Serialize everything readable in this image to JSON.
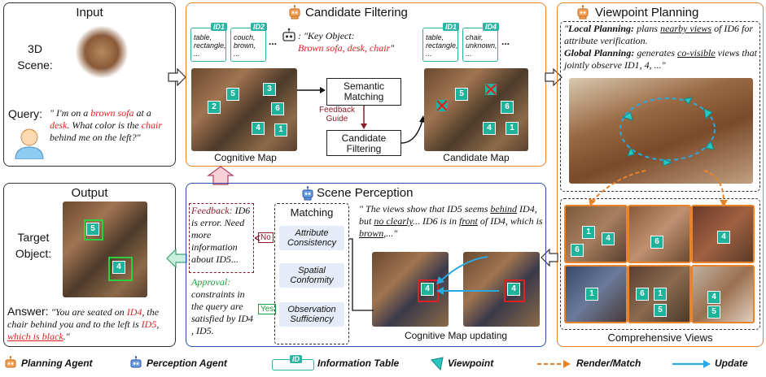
{
  "input": {
    "title": "Input",
    "scene_label": "3D Scene:",
    "query_label": "Query:",
    "query_parts": [
      "\" I'm on a ",
      "brown sofa",
      " at a ",
      "desk",
      ". What color is the ",
      "chair",
      " behind me on the left?\""
    ]
  },
  "candidate": {
    "title": "Candidate Filtering",
    "cards_left": [
      {
        "id": "ID1",
        "text": "table, rectangle, ..."
      },
      {
        "id": "ID2",
        "text": "couch, brown, ..."
      }
    ],
    "cards_right": [
      {
        "id": "ID1",
        "text": "table, rectangle, ..."
      },
      {
        "id": "ID4",
        "text": "chair, unknown, ..."
      }
    ],
    "ellipsis": "...",
    "key_object_label": ": \"Key Object:",
    "key_objects": "Brown sofa, desk, chair",
    "key_object_end": "\"",
    "semantic_matching": "Semantic Matching",
    "feedback_guide": "Feedback Guide",
    "candidate_filtering_box": "Candidate Filtering",
    "cognitive_map": "Cognitive Map",
    "candidate_map": "Candidate Map",
    "left_map_ids": [
      "5",
      "3",
      "2",
      "6",
      "4",
      "1"
    ],
    "right_map_ids": [
      "5",
      "6",
      "4",
      "1"
    ]
  },
  "viewpoint": {
    "title": "Viewpoint Planning",
    "local_label": "Local Planning:",
    "local_text_a": " plans ",
    "local_underline": "nearby views",
    "local_text_b": " of ID6 for attribute verification.",
    "global_label": "Global Planning:",
    "global_text_a": " generates ",
    "global_underline": "co-visible",
    "global_text_b": " views that jointly observe ID1, 4, ...\"",
    "comprehensive_views": "Comprehensive Views",
    "view_ids": [
      [
        "1",
        "4",
        "6"
      ],
      [
        "6"
      ],
      [
        "4"
      ],
      [
        "1"
      ],
      [
        "6",
        "1",
        "5"
      ],
      [
        "4",
        "5"
      ]
    ]
  },
  "output": {
    "title": "Output",
    "target_label": "Target Object:",
    "answer_label": "Answer:",
    "answer_parts": [
      "\"You are seated on ",
      "ID4",
      ", the chair behind you and to the left is ",
      "ID5",
      ", ",
      "which is black",
      ".\""
    ],
    "map_ids": [
      "5",
      "4"
    ]
  },
  "perception": {
    "title": "Scene Perception",
    "feedback_label": "Feedback:",
    "feedback_text": "ID6 is error. Need more information about ID5...",
    "no_label": "No",
    "yes_label": "Yes",
    "approval_label": "Approval:",
    "approval_text": "constraints in the query are satisfied by ID4 , ID5.",
    "matching_title": "Matching",
    "matching_items": [
      "Attribute Consistency",
      "Spatial Conformity",
      "Observation Sufficiency"
    ],
    "quote_a": "\" The views show that ID5 seems ",
    "quote_u1": "behind",
    "quote_b": " ID4, but ",
    "quote_u2": "no clearly",
    "quote_c": "... ID6 is in ",
    "quote_u3": "front",
    "quote_d": " of ID4, which is ",
    "quote_u4": "brown",
    "quote_e": ",...\"",
    "map_updating": "Cognitive Map updating",
    "map_ids": [
      "4",
      "4"
    ]
  },
  "legend": {
    "planning_agent": "Planning Agent",
    "perception_agent": "Perception Agent",
    "info_table_tag": "ID",
    "info_table": "Information Table",
    "viewpoint": "Viewpoint",
    "render_match": "Render/Match",
    "update": "Update"
  },
  "colors": {
    "orange": "#e8832a",
    "blue": "#2b4fa8",
    "teal": "#2bb3a3",
    "red": "#e02020",
    "green": "#1aa33a",
    "update_arrow": "#2aa8e0"
  }
}
